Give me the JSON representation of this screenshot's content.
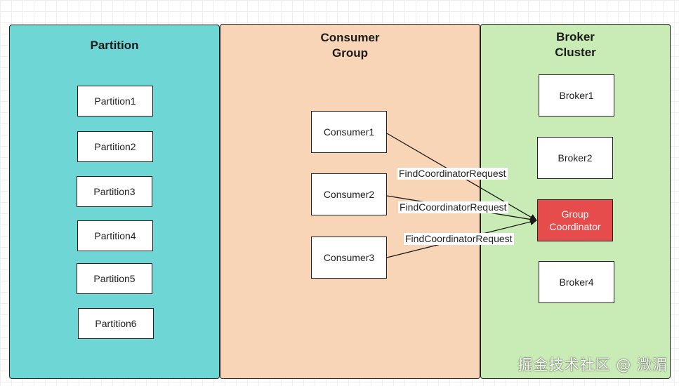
{
  "panels": {
    "partition": {
      "title": "Partition",
      "color": "#6fd6d6"
    },
    "consumer_group": {
      "title": "Consumer\nGroup",
      "color": "#f9d5b8"
    },
    "broker_cluster": {
      "title": "Broker\nCluster",
      "color": "#c9ebb5"
    }
  },
  "partitions": [
    "Partition1",
    "Partition2",
    "Partition3",
    "Partition4",
    "Partition5",
    "Partition6"
  ],
  "consumers": [
    "Consumer1",
    "Consumer2",
    "Consumer3"
  ],
  "brokers": {
    "broker1": "Broker1",
    "broker2": "Broker2",
    "coordinator": "Group\nCoordinator",
    "broker4": "Broker4"
  },
  "coordinator_color": "#e64c4c",
  "edges": [
    {
      "from": "Consumer1",
      "to": "Group Coordinator",
      "label": "FindCoordinatorRequest"
    },
    {
      "from": "Consumer2",
      "to": "Group Coordinator",
      "label": "FindCoordinatorRequest"
    },
    {
      "from": "Consumer3",
      "to": "Group Coordinator",
      "label": "FindCoordinatorRequest"
    }
  ],
  "watermark": "掘金技术社区 @ 溦湄"
}
